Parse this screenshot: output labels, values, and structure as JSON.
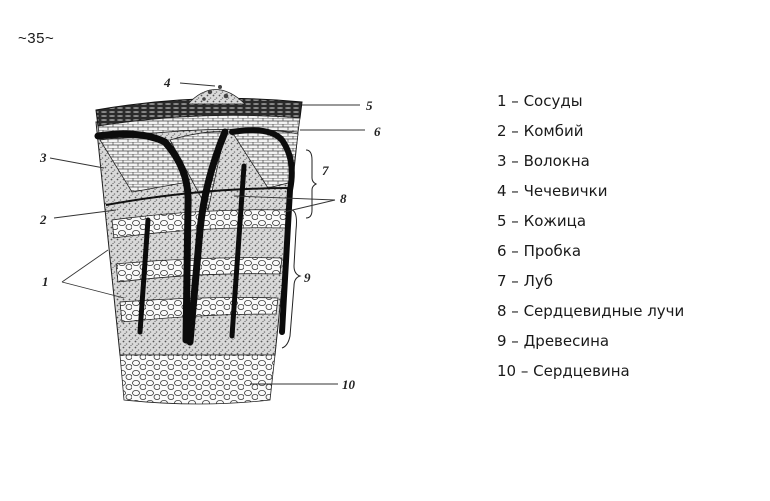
{
  "page": {
    "number": "~35~"
  },
  "diagram": {
    "callouts": [
      "1",
      "2",
      "3",
      "4",
      "5",
      "6",
      "7",
      "8",
      "9",
      "10"
    ]
  },
  "legend": [
    {
      "text": "1 – Сосуды"
    },
    {
      "text": "2 – Комбий"
    },
    {
      "text": "3 – Волокна"
    },
    {
      "text": "4 – Чечевички"
    },
    {
      "text": "5 – Кожица"
    },
    {
      "text": "6 – Пробка"
    },
    {
      "text": "7 – Луб"
    },
    {
      "text": "8 – Сердцевидные лучи"
    },
    {
      "text": "9 – Древесина"
    },
    {
      "text": "10 – Сердцевина"
    }
  ]
}
